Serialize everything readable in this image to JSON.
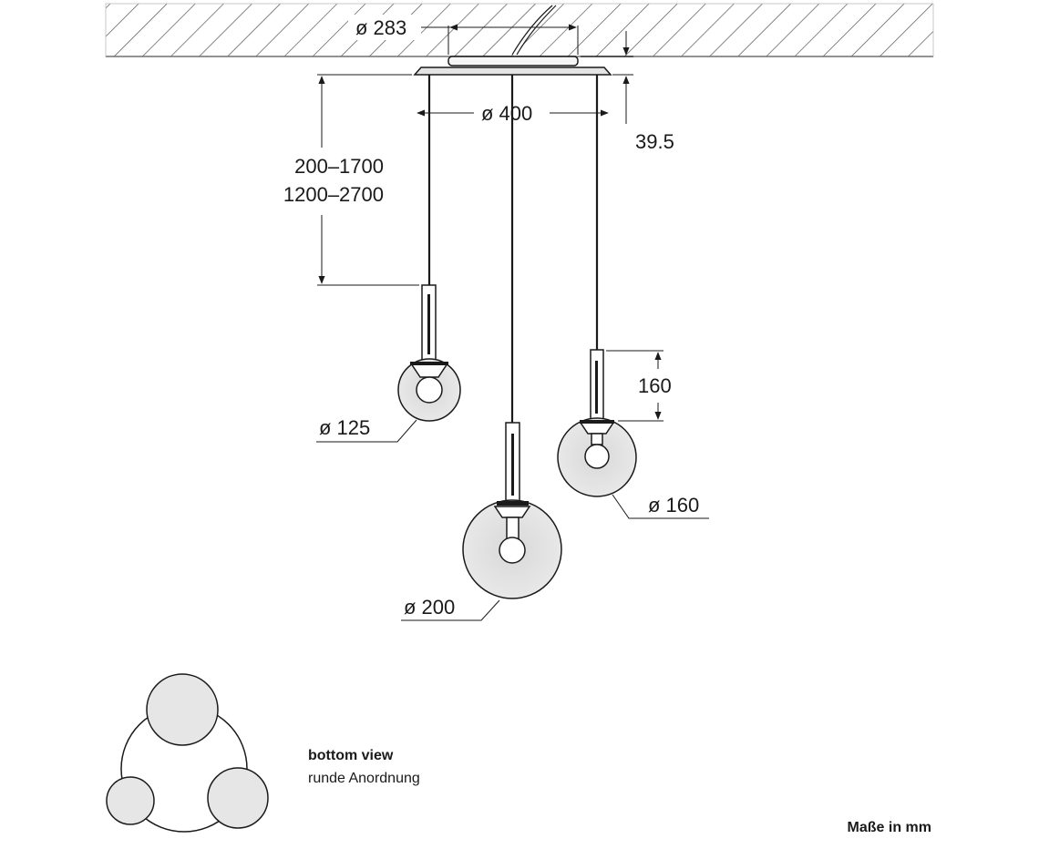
{
  "dimensions": {
    "canopy_mount_diameter": "ø 283",
    "canopy_diameter": "ø 400",
    "canopy_height": "39.5",
    "cable_length_short": "200–1700",
    "cable_length_long": "1200–2700",
    "holder_height": "160",
    "globe_small": "ø 125",
    "globe_medium": "ø 160",
    "globe_large": "ø 200"
  },
  "bottom_view": {
    "title": "bottom view",
    "subtitle": "runde Anordnung"
  },
  "units_note": "Maße in mm",
  "colors": {
    "line": "#1a1a1a",
    "glass": "#dddddd",
    "glass_fill": "#e6e6e6",
    "hatch": "#555555"
  }
}
